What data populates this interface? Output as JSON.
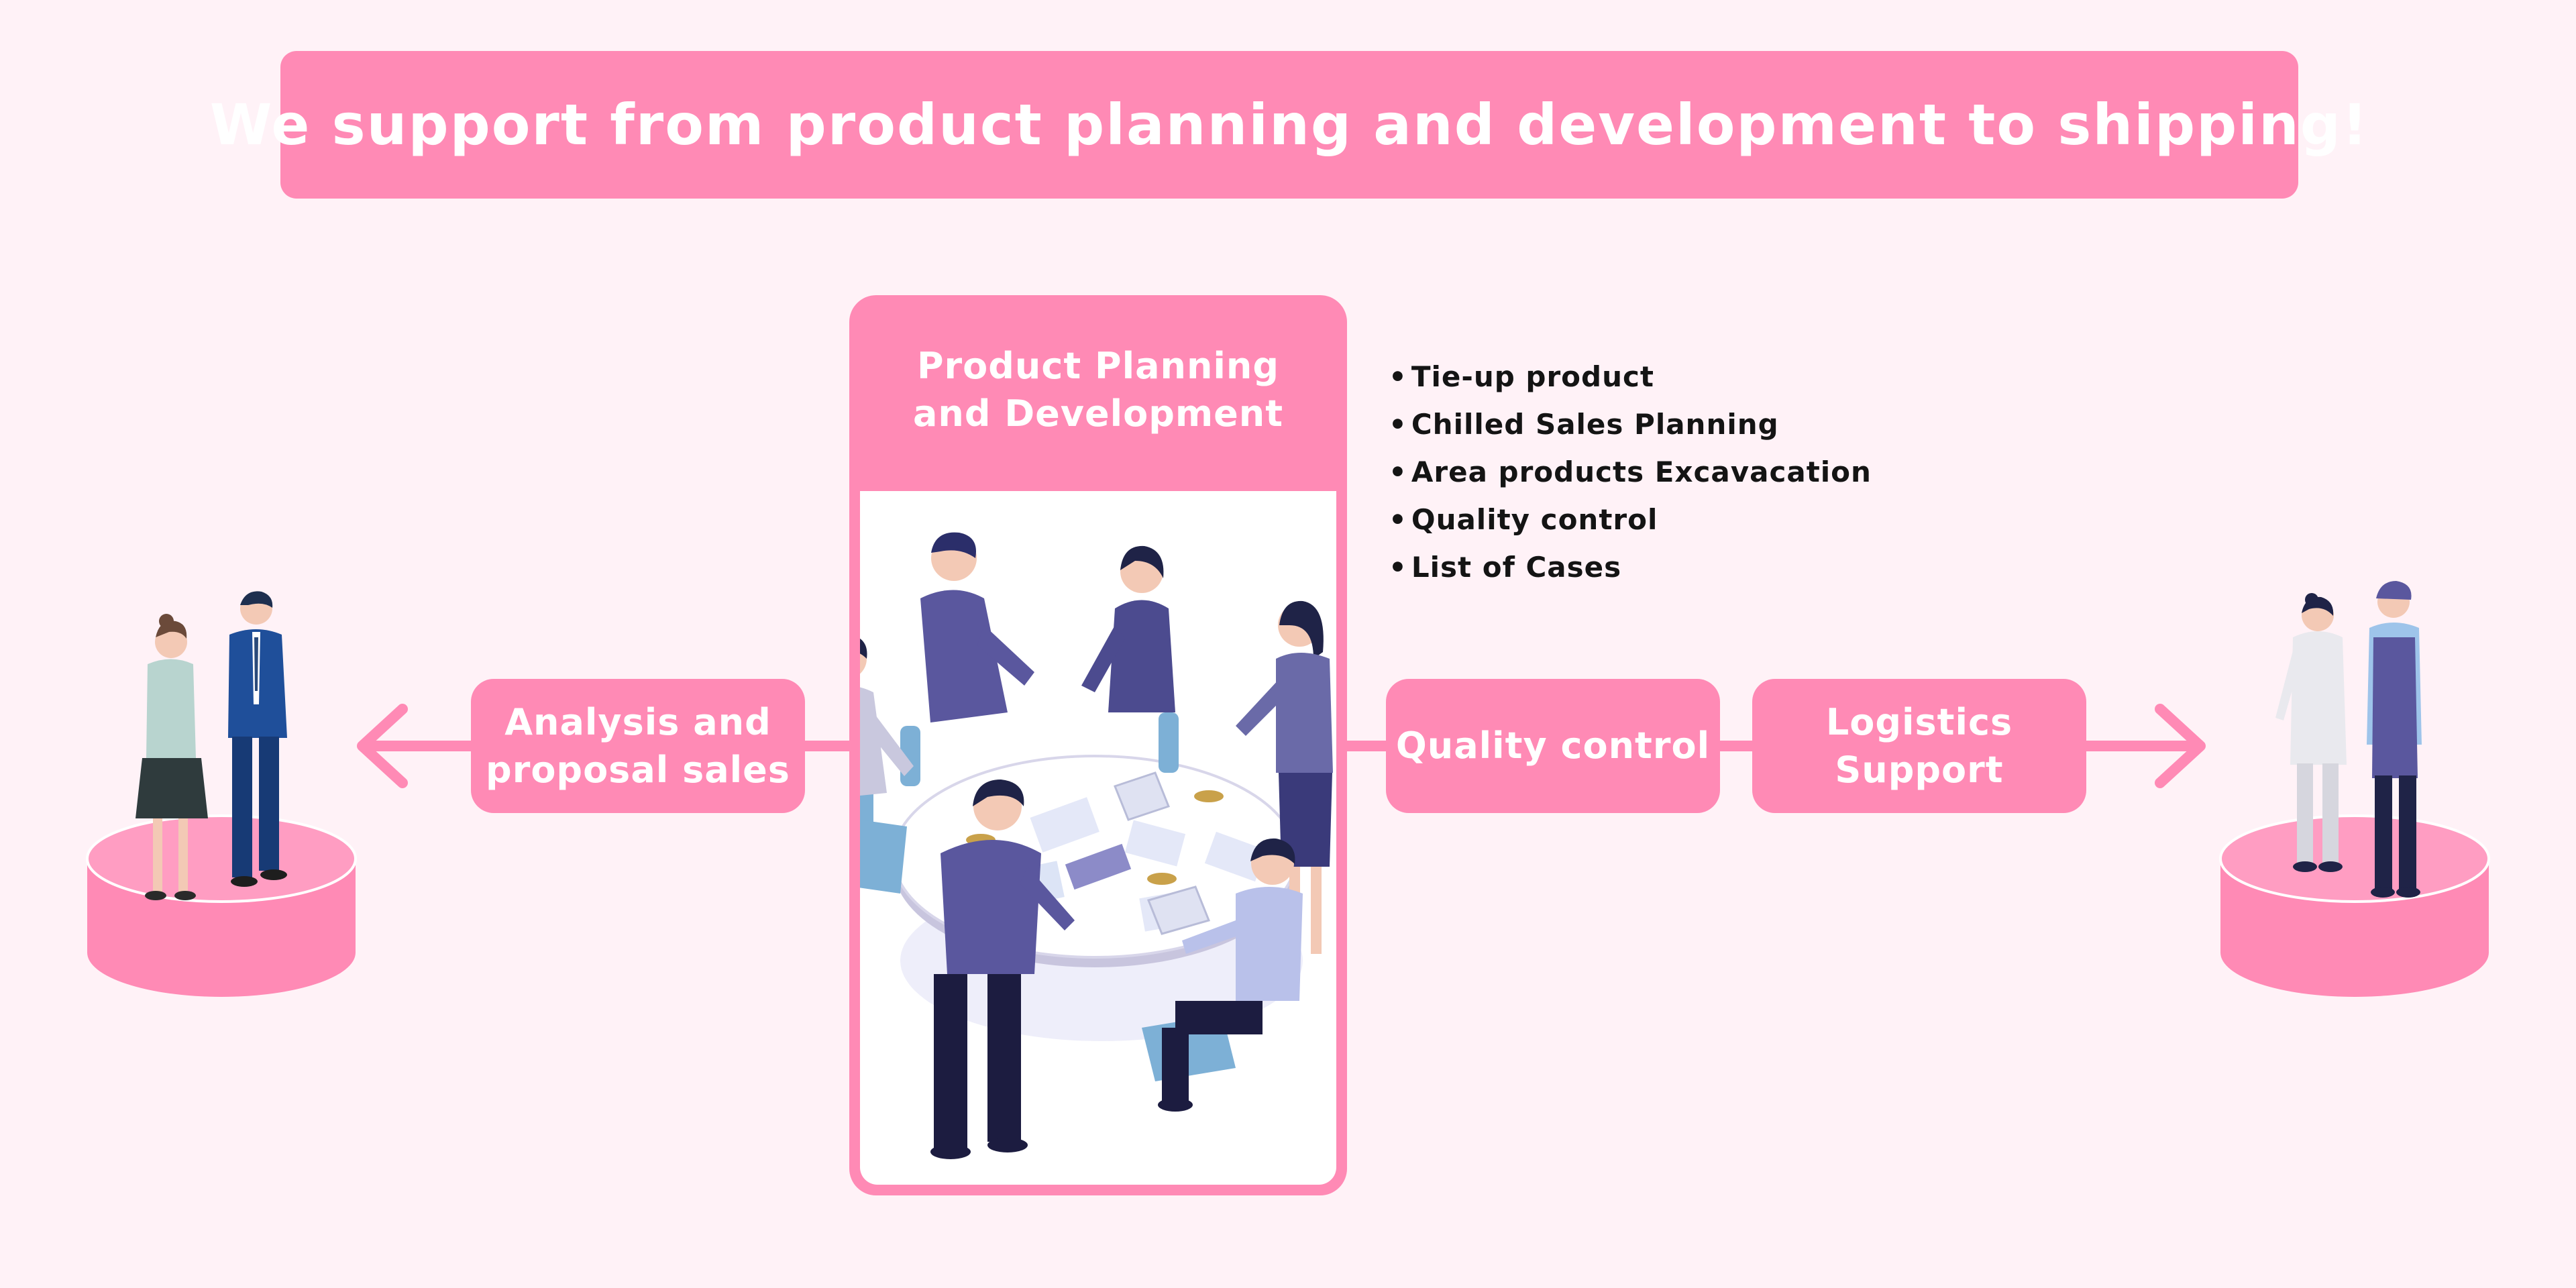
{
  "title": "We support from product planning and development to shipping!",
  "center": {
    "title_line1": "Product Planning",
    "title_line2": "and Development",
    "bullets": [
      "Tie-up product",
      "Chilled Sales Planning",
      "Area products Excavacation",
      "Quality control",
      "List of Cases"
    ]
  },
  "left_box": {
    "line1": "Analysis and",
    "line2": "proposal sales"
  },
  "quality_box": {
    "label": "Quality control"
  },
  "logistics_box": {
    "line1": "Logistics",
    "line2": "Support"
  },
  "colors": {
    "accent": "#ff8ab5",
    "background": "#fff2f7",
    "text_dark": "#141414"
  },
  "icons": [
    "office-workers-illustration",
    "meeting-table-illustration",
    "factory-workers-illustration",
    "left-arrow-icon",
    "right-arrow-icon"
  ]
}
